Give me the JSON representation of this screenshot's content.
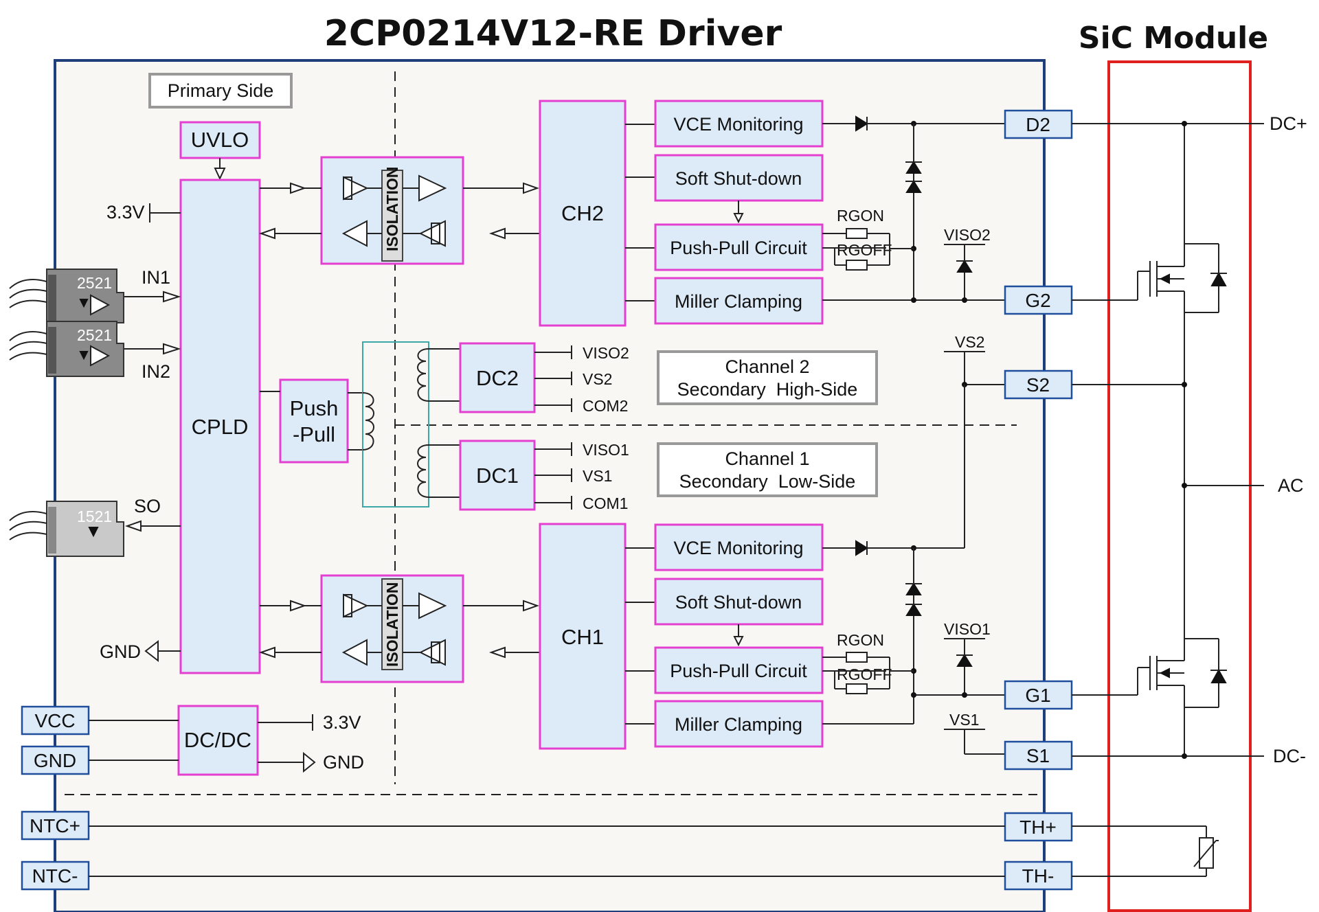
{
  "title": "2CP0214V12-RE Driver",
  "sic_module_title": "SiC Module",
  "primary_side_label": "Primary Side",
  "blocks": {
    "uvlo": "UVLO",
    "cpld": "CPLD",
    "push_pull_1": "Push",
    "push_pull_2": "-Pull",
    "ch2": "CH2",
    "ch1": "CH1",
    "dc2": "DC2",
    "dc1": "DC1",
    "dcdc": "DC/DC",
    "isolation": "ISOLATION"
  },
  "ch2_functions": [
    "VCE Monitoring",
    "Soft Shut-down",
    "Push-Pull Circuit",
    "Miller Clamping"
  ],
  "ch1_functions": [
    "VCE Monitoring",
    "Soft Shut-down",
    "Push-Pull Circuit",
    "Miller Clamping"
  ],
  "channel2_box": [
    "Channel 2",
    "Secondary  High-Side"
  ],
  "channel1_box": [
    "Channel 1",
    "Secondary  Low-Side"
  ],
  "dc2_outputs": [
    "VISO2",
    "VS2",
    "COM2"
  ],
  "dc1_outputs": [
    "VISO1",
    "VS1",
    "COM1"
  ],
  "signals": {
    "v33_cpld": "3.3V",
    "in1": "IN1",
    "in2": "IN2",
    "so": "SO",
    "gnd_cpld": "GND",
    "v33_dcdc": "3.3V",
    "gnd_dcdc": "GND",
    "rgon": "RGON",
    "rgoff": "RGOFF",
    "viso2": "VISO2",
    "vs2": "VS2",
    "viso1": "VISO1",
    "vs1": "VS1"
  },
  "optocouplers": [
    "2521",
    "2521",
    "1521"
  ],
  "left_pins": [
    "VCC",
    "GND",
    "NTC+",
    "NTC-"
  ],
  "right_pins": [
    "D2",
    "G2",
    "S2",
    "G1",
    "S1",
    "TH+",
    "TH-"
  ],
  "module_terminals": [
    "DC+",
    "AC",
    "DC-"
  ],
  "colors": {
    "block_fill": "#ddeaf7",
    "block_border": "#e43fd0",
    "driver_border": "#1f3f7a",
    "pin_border": "#1f4e9c",
    "module_border": "#e01f1f",
    "driver_fill": "#f8f7f3"
  }
}
